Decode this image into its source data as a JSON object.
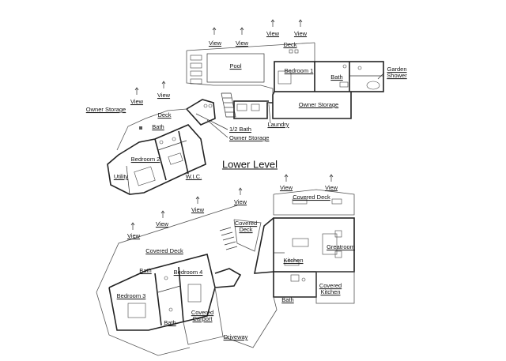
{
  "title": "Lower Level",
  "labels": {
    "view_1": "View",
    "view_2": "View",
    "view_3": "View",
    "view_4": "View",
    "view_5": "View",
    "view_6": "View",
    "deck_top": "Deck",
    "pool": "Pool",
    "bedroom_1": "Bedroom 1",
    "bath_top": "Bath",
    "garden_shower": "Garden\nShower",
    "owner_storage_right": "Owner Storage",
    "laundry": "Laundry",
    "half_bath": "1/2 Bath",
    "owner_storage_mid": "Owner Storage",
    "owner_storage_left": "Owner Storage",
    "deck_left": "Deck",
    "bath_left": "Bath",
    "bedroom_2": "Bedroom 2",
    "utility": "Utility",
    "wic": "W.I.C.",
    "view_b1": "View",
    "view_b2": "View",
    "view_b3": "View",
    "view_b4": "View",
    "view_b5": "View",
    "view_b6": "View",
    "covered_deck_top": "Covered Deck",
    "covered_deck_small": "Covered\nDeck",
    "covered_deck_left": "Covered Deck",
    "kitchen": "Kitchen",
    "greatroom": "Greatroom",
    "bath_b1": "Bath",
    "bedroom_4": "Bedroom 4",
    "bedroom_3": "Bedroom 3",
    "bath_b2": "Bath",
    "covered_carport": "Covered\nCarport",
    "covered_kitchen": "Covered\nKitchen",
    "bath_b3": "Bath",
    "driveway": "Driveway"
  }
}
